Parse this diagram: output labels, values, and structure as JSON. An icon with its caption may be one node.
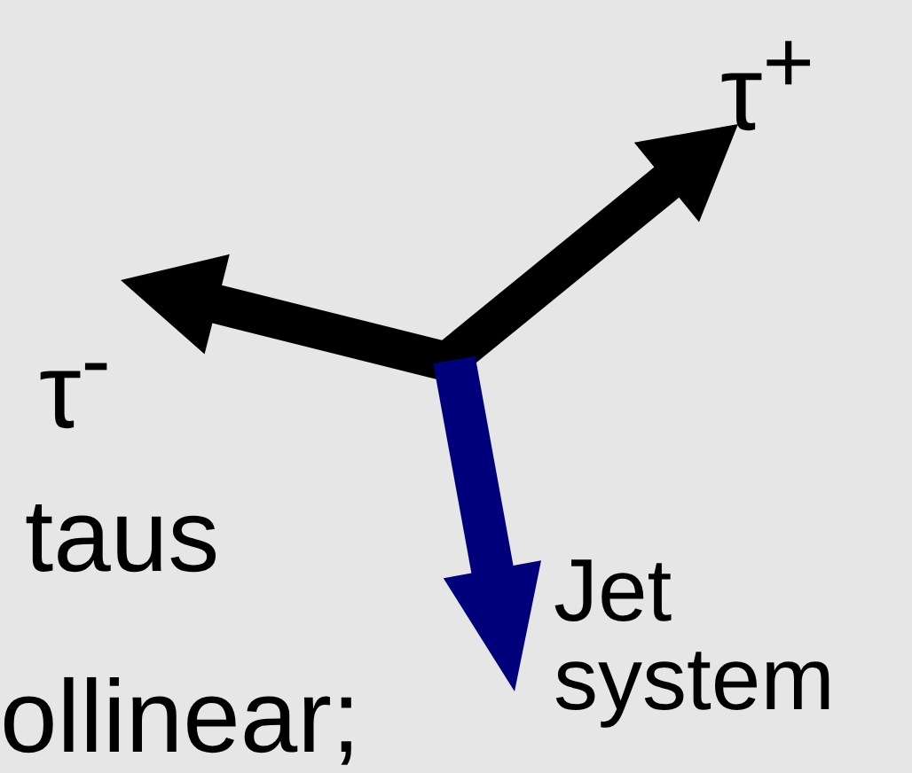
{
  "diagram": {
    "labels": [
      "τ$^{+}$",
      "τ$^{-}$",
      "taus",
      "Jet system",
      "ollinear;"
    ]
  }
}
